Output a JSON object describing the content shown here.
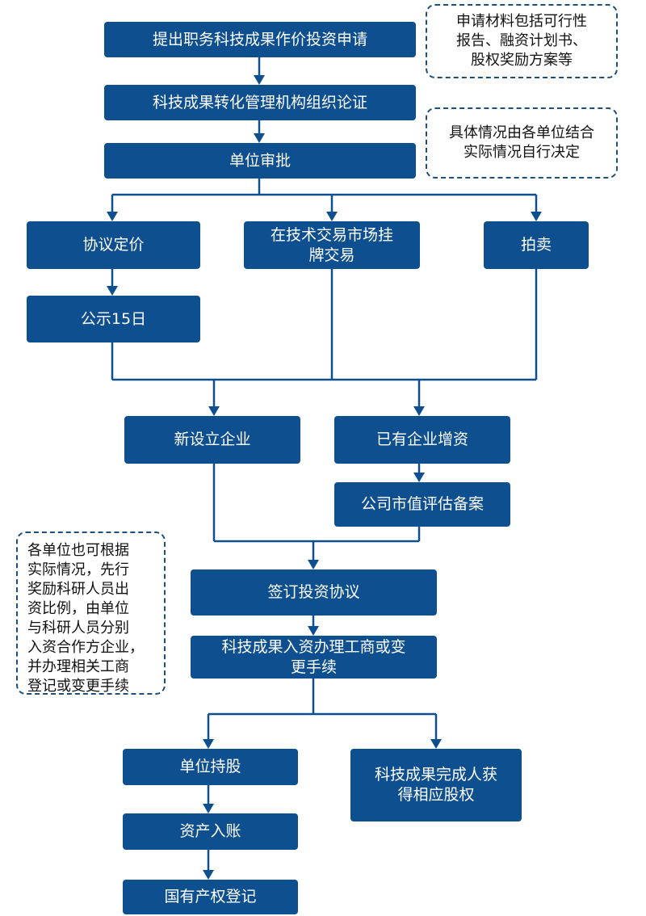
{
  "colors": {
    "box_fill": "#0e4f8f",
    "connector": "#0e4f8f",
    "note_border": "#1d4f7c"
  },
  "nodes": {
    "apply": "提出职务科技成果作价投资申请",
    "review": "科技成果转化管理机构组织论证",
    "approve": "单位审批",
    "negotiate": "协议定价",
    "publicize": "公示15日",
    "listing": "在技术交易市场挂\n牌交易",
    "auction": "拍卖",
    "new_company": "新设立企业",
    "capital_increase": "已有企业增资",
    "valuation": "公司市值评估备案",
    "sign_agreement": "签订投资协议",
    "registration": "科技成果入资办理工商或变\n更手续",
    "unit_holding": "单位持股",
    "inventor_equity": "科技成果完成人获\n得相应股权",
    "asset_booking": "资产入账",
    "state_registration": "国有产权登记"
  },
  "notes": {
    "materials": "申请材料包括可行性\n报告、融资计划书、\n股权奖励方案等",
    "decision": "具体情况由各单位结合\n实际情况自行决定",
    "alternative": "各单位也可根据\n实际情况，先行\n奖励科研人员出\n资比例，由单位\n与科研人员分别\n入资合作方企业，\n并办理相关工商\n登记或变更手续"
  }
}
